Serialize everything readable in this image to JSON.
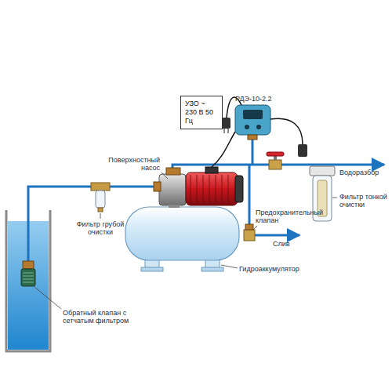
{
  "diagram": {
    "nodes": [
      {
        "text": [
          "УЗО ~ 230 В 50 Гц"
        ]
      }
    ],
    "labels": [
      "РДЭ-10-2.2",
      "Поверхностный насос",
      "Водоразбор",
      "Фильтр тонкой очистки",
      "Предохранительный клапан",
      "Слив",
      "Фильтр грубой очистки",
      "Обратный клапан с сетчатым фильтром",
      "Гидроаккумулятор"
    ]
  }
}
